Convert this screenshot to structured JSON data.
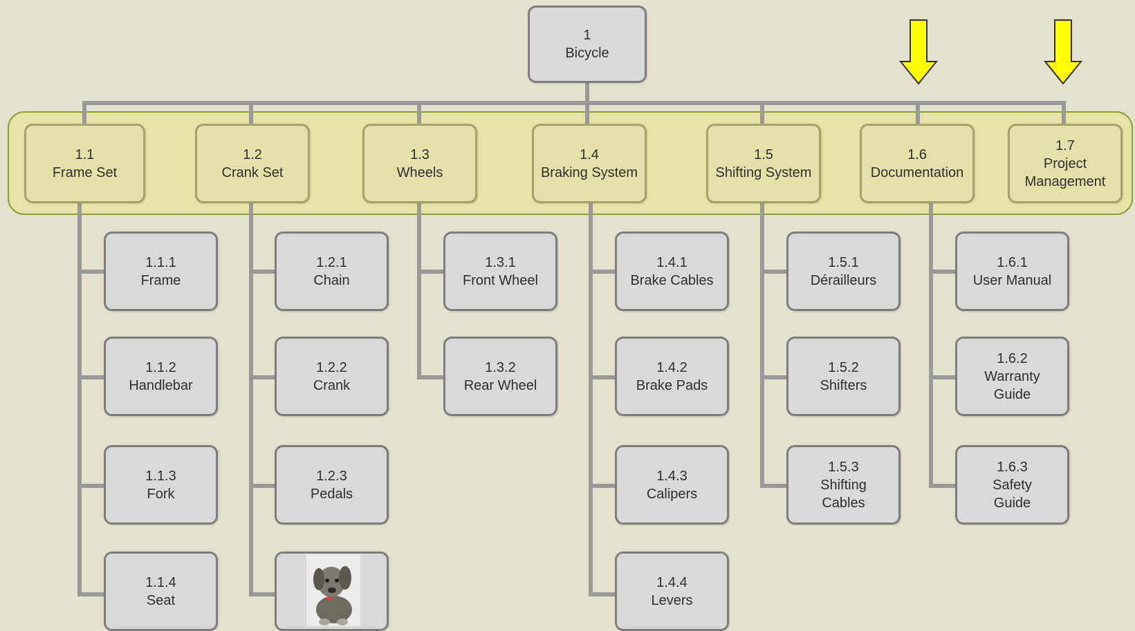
{
  "root": {
    "id": "1",
    "name": "Bicycle"
  },
  "level1": [
    {
      "id": "1.1",
      "name": "Frame Set"
    },
    {
      "id": "1.2",
      "name": "Crank Set"
    },
    {
      "id": "1.3",
      "name": "Wheels"
    },
    {
      "id": "1.4",
      "name": "Braking System"
    },
    {
      "id": "1.5",
      "name": "Shifting System"
    },
    {
      "id": "1.6",
      "name": "Documentation"
    },
    {
      "id": "1.7",
      "name": "Project\nManagement"
    }
  ],
  "level2": {
    "frame_set": [
      {
        "id": "1.1.1",
        "name": "Frame"
      },
      {
        "id": "1.1.2",
        "name": "Handlebar"
      },
      {
        "id": "1.1.3",
        "name": "Fork"
      },
      {
        "id": "1.1.4",
        "name": "Seat"
      }
    ],
    "crank_set": [
      {
        "id": "1.2.1",
        "name": "Chain"
      },
      {
        "id": "1.2.2",
        "name": "Crank"
      },
      {
        "id": "1.2.3",
        "name": "Pedals"
      }
    ],
    "wheels": [
      {
        "id": "1.3.1",
        "name": "Front Wheel"
      },
      {
        "id": "1.3.2",
        "name": "Rear Wheel"
      }
    ],
    "braking": [
      {
        "id": "1.4.1",
        "name": "Brake Cables"
      },
      {
        "id": "1.4.2",
        "name": "Brake Pads"
      },
      {
        "id": "1.4.3",
        "name": "Calipers"
      },
      {
        "id": "1.4.4",
        "name": "Levers"
      }
    ],
    "shifting": [
      {
        "id": "1.5.1",
        "name": "Dérailleurs"
      },
      {
        "id": "1.5.2",
        "name": "Shifters"
      },
      {
        "id": "1.5.3",
        "name": "Shifting\nCables"
      }
    ],
    "documentation": [
      {
        "id": "1.6.1",
        "name": "User Manual"
      },
      {
        "id": "1.6.2",
        "name": "Warranty\nGuide"
      },
      {
        "id": "1.6.3",
        "name": "Safety\nGuide"
      }
    ]
  },
  "colors": {
    "background": "#e3e0cd",
    "highlight_band": "#e6e3a4",
    "arrow": "#ffff00"
  },
  "icons": [
    "down-arrow-icon",
    "dog-photo"
  ]
}
